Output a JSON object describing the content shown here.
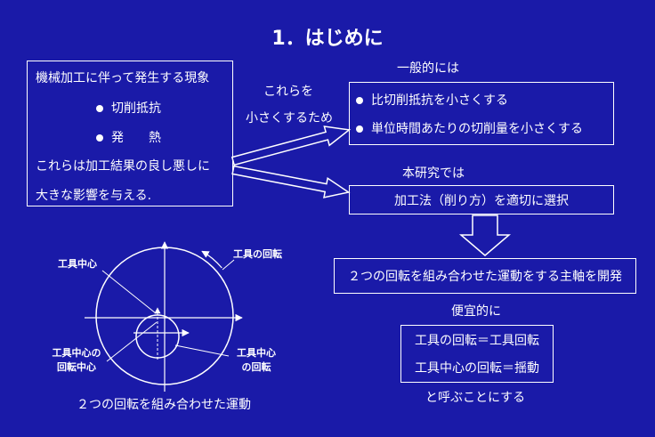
{
  "slide": {
    "title": "1．はじめに"
  },
  "phenomena_box": {
    "heading": "機械加工に伴って発生する現象",
    "bullets": [
      "切削抵抗",
      "発　　熱"
    ],
    "note_lines": [
      "これらは加工結果の良し悪しに",
      "大きな影響を与える."
    ]
  },
  "reduce_label": {
    "lines": [
      "これらを",
      "小さくするため"
    ]
  },
  "general": {
    "label": "一般的には",
    "bullets": [
      "比切削抵抗を小さくする",
      "単位時間あたりの切削量を小さくする"
    ]
  },
  "research": {
    "label": "本研究では",
    "box": "加工法（削り方）を適切に選択"
  },
  "development": {
    "box": "２つの回転を組み合わせた運動をする主軸を開発"
  },
  "definitions": {
    "label": "便宜的に",
    "lines": [
      "工具の回転＝工具回転",
      "工具中心の回転＝揺動"
    ],
    "closing": "と呼ぶことにする"
  },
  "diagram": {
    "tool_center": "工具中心",
    "tool_rotation": "工具の回転",
    "rotation_center_lines": [
      "工具中心の",
      "回転中心"
    ],
    "center_rotation_lines": [
      "工具中心",
      "の回転"
    ],
    "caption": "２つの回転を組み合わせた運動"
  },
  "icons": {
    "bullet": "bullet-dot-icon",
    "arrow": "outline-arrow-icon"
  },
  "colors": {
    "background": "#1a1aa8",
    "foreground": "#ffffff"
  }
}
